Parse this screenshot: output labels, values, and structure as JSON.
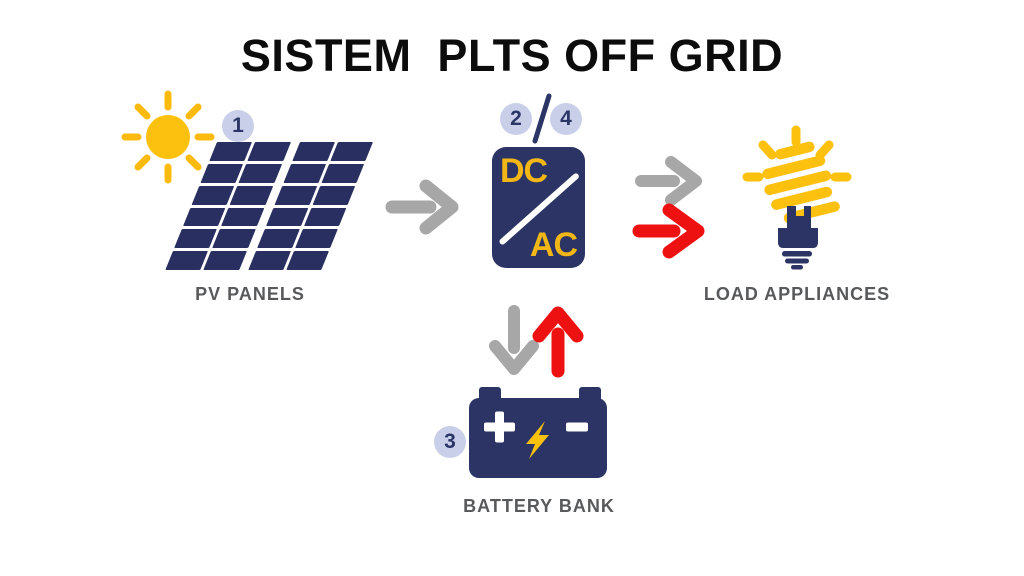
{
  "title": "SISTEM  PLTS OFF GRID",
  "diagram": {
    "pv_panels": {
      "step": "1",
      "label": "PV PANELS"
    },
    "inverter": {
      "step_day": "2",
      "step_night": "4",
      "step_separator": "/",
      "text_top": "DC",
      "text_bottom": "AC"
    },
    "battery": {
      "step": "3",
      "label": "BATTERY BANK",
      "plus_symbol": "+",
      "minus_symbol": "−"
    },
    "load": {
      "label": "LOAD APPLIANCES"
    }
  },
  "flows": [
    {
      "from": "pv-panels",
      "to": "inverter",
      "color": "#a7a7a7",
      "direction": "right"
    },
    {
      "from": "inverter",
      "to": "load-appliances",
      "color": "#a7a7a7",
      "direction": "right"
    },
    {
      "from": "inverter",
      "to": "load-appliances",
      "color": "#ee1111",
      "direction": "right"
    },
    {
      "from": "inverter",
      "to": "battery-bank",
      "color": "#a7a7a7",
      "direction": "down"
    },
    {
      "from": "battery-bank",
      "to": "inverter",
      "color": "#ee1111",
      "direction": "up"
    }
  ],
  "colors": {
    "navy": "#2b3464",
    "panel_cell": "#293061",
    "gold": "#fcc00e",
    "gray_arrow": "#a7a7a7",
    "red_arrow": "#ee1111",
    "badge_bg": "#c9cfe9",
    "badge_text": "#2b3566",
    "label_text": "#58595b",
    "title_text": "#0c0c0c"
  }
}
